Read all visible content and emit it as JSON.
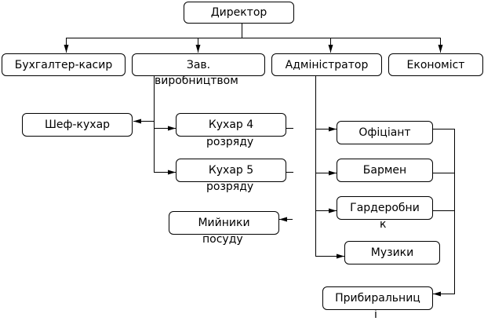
{
  "diagram": {
    "type": "org-chart",
    "nodes": {
      "director": {
        "label": "Директор"
      },
      "accountant": {
        "label": "Бухгалтер-касир"
      },
      "production_head": {
        "label": "Зав.",
        "label_overflow": "виробництвом"
      },
      "administrator": {
        "label": "Адміністратор"
      },
      "economist": {
        "label": "Економіст"
      },
      "chef": {
        "label": "Шеф-кухар"
      },
      "cook4": {
        "label": "Кухар 4",
        "label_overflow": "розряду"
      },
      "cook5": {
        "label": "Кухар 5",
        "label_overflow": "розряду"
      },
      "dishwashers": {
        "label": "Мийники",
        "label_overflow": "посуду"
      },
      "waiter": {
        "label": "Офіціант"
      },
      "barman": {
        "label": "Бармен"
      },
      "cloakroom": {
        "label": "Гардеробни",
        "label_overflow": "к"
      },
      "musicians": {
        "label": "Музики"
      },
      "cleaner": {
        "label": "Прибиральниц",
        "label_overflow": "і"
      }
    },
    "edges": [
      {
        "from": "director",
        "to": "accountant"
      },
      {
        "from": "director",
        "to": "production_head"
      },
      {
        "from": "director",
        "to": "administrator"
      },
      {
        "from": "director",
        "to": "economist"
      },
      {
        "from": "production_head",
        "to": "chef"
      },
      {
        "from": "production_head",
        "to": "cook4"
      },
      {
        "from": "production_head",
        "to": "cook5"
      },
      {
        "from": "cook4",
        "to": "dishwashers"
      },
      {
        "from": "administrator",
        "to": "waiter"
      },
      {
        "from": "administrator",
        "to": "barman"
      },
      {
        "from": "administrator",
        "to": "cloakroom"
      },
      {
        "from": "administrator",
        "to": "musicians"
      },
      {
        "from": "waiter",
        "to": "cleaner"
      }
    ]
  }
}
